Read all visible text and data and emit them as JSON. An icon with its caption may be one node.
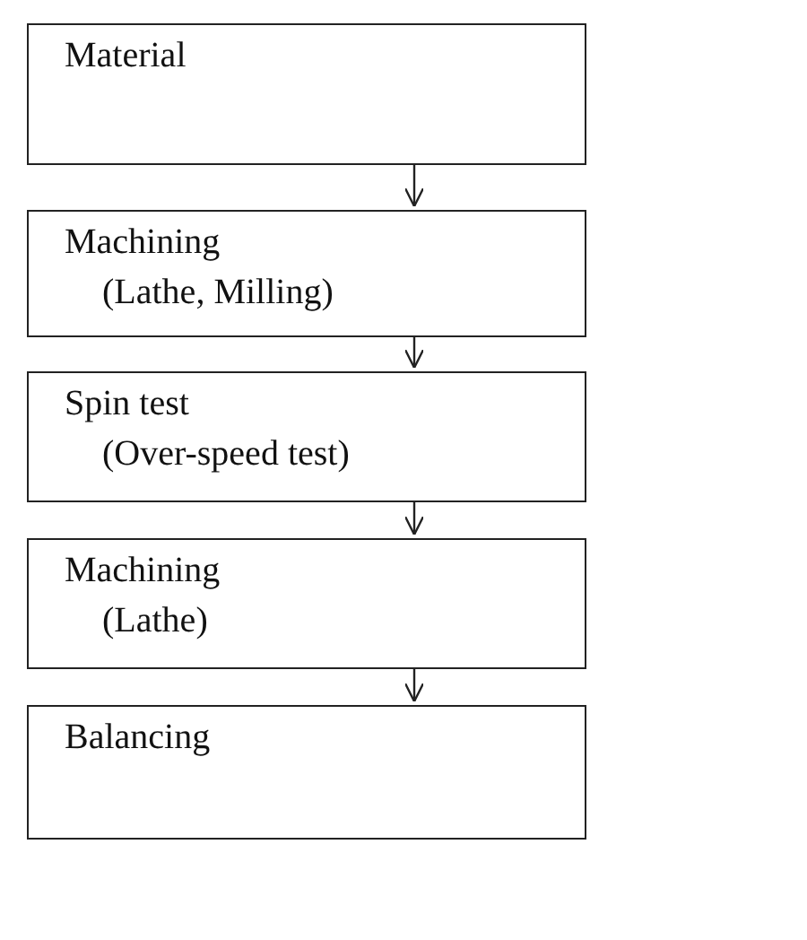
{
  "diagram": {
    "nodes": [
      {
        "text": [
          "Material"
        ]
      },
      {
        "text": [
          "Machining",
          "(Lathe, Milling)"
        ]
      },
      {
        "text": [
          "Spin test",
          "(Over-speed test)"
        ]
      },
      {
        "text": [
          "Machining",
          "(Lathe)"
        ]
      },
      {
        "text": [
          "Balancing"
        ]
      }
    ],
    "edges": [
      {
        "from": 0,
        "to": 1,
        "arrow": "to"
      },
      {
        "from": 1,
        "to": 2,
        "arrow": "to"
      },
      {
        "from": 2,
        "to": 3,
        "arrow": "to"
      },
      {
        "from": 3,
        "to": 4,
        "arrow": "to"
      }
    ]
  }
}
